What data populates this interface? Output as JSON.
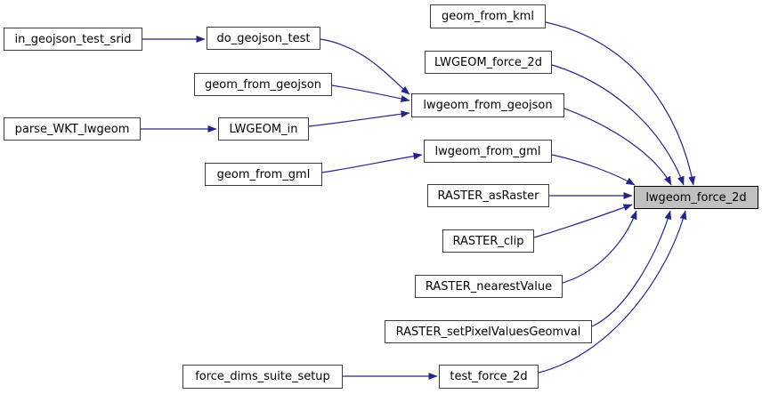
{
  "diagram": {
    "kind": "caller-graph",
    "highlighted_node": "lwgeom_force_2d",
    "colors": {
      "edge": "#24248f",
      "node_border": "#3d3d3d",
      "node_fill": "#ffffff",
      "highlight_fill": "#c0c0c0",
      "highlight_border": "#000000",
      "text": "#000000",
      "background": "#ffffff"
    },
    "nodes": [
      {
        "id": "in_geojson_test_srid",
        "label": "in_geojson_test_srid"
      },
      {
        "id": "parse_WKT_lwgeom",
        "label": "parse_WKT_lwgeom"
      },
      {
        "id": "do_geojson_test",
        "label": "do_geojson_test"
      },
      {
        "id": "geom_from_geojson",
        "label": "geom_from_geojson"
      },
      {
        "id": "LWGEOM_in",
        "label": "LWGEOM_in"
      },
      {
        "id": "geom_from_gml",
        "label": "geom_from_gml"
      },
      {
        "id": "geom_from_kml",
        "label": "geom_from_kml"
      },
      {
        "id": "LWGEOM_force_2d",
        "label": "LWGEOM_force_2d"
      },
      {
        "id": "lwgeom_from_geojson",
        "label": "lwgeom_from_geojson"
      },
      {
        "id": "lwgeom_from_gml",
        "label": "lwgeom_from_gml"
      },
      {
        "id": "RASTER_asRaster",
        "label": "RASTER_asRaster"
      },
      {
        "id": "RASTER_clip",
        "label": "RASTER_clip"
      },
      {
        "id": "RASTER_nearestValue",
        "label": "RASTER_nearestValue"
      },
      {
        "id": "RASTER_setPixelValuesGeomval",
        "label": "RASTER_setPixelValuesGeomval"
      },
      {
        "id": "force_dims_suite_setup",
        "label": "force_dims_suite_setup"
      },
      {
        "id": "test_force_2d",
        "label": "test_force_2d"
      },
      {
        "id": "lwgeom_force_2d",
        "label": "lwgeom_force_2d"
      }
    ],
    "edges": [
      {
        "from": "in_geojson_test_srid",
        "to": "do_geojson_test"
      },
      {
        "from": "parse_WKT_lwgeom",
        "to": "LWGEOM_in"
      },
      {
        "from": "force_dims_suite_setup",
        "to": "test_force_2d"
      },
      {
        "from": "do_geojson_test",
        "to": "lwgeom_from_geojson"
      },
      {
        "from": "geom_from_geojson",
        "to": "lwgeom_from_geojson"
      },
      {
        "from": "LWGEOM_in",
        "to": "lwgeom_from_geojson"
      },
      {
        "from": "geom_from_gml",
        "to": "lwgeom_from_gml"
      },
      {
        "from": "geom_from_kml",
        "to": "lwgeom_force_2d"
      },
      {
        "from": "LWGEOM_force_2d",
        "to": "lwgeom_force_2d"
      },
      {
        "from": "lwgeom_from_geojson",
        "to": "lwgeom_force_2d"
      },
      {
        "from": "lwgeom_from_gml",
        "to": "lwgeom_force_2d"
      },
      {
        "from": "RASTER_asRaster",
        "to": "lwgeom_force_2d"
      },
      {
        "from": "RASTER_clip",
        "to": "lwgeom_force_2d"
      },
      {
        "from": "RASTER_nearestValue",
        "to": "lwgeom_force_2d"
      },
      {
        "from": "RASTER_setPixelValuesGeomval",
        "to": "lwgeom_force_2d"
      },
      {
        "from": "test_force_2d",
        "to": "lwgeom_force_2d"
      }
    ]
  }
}
